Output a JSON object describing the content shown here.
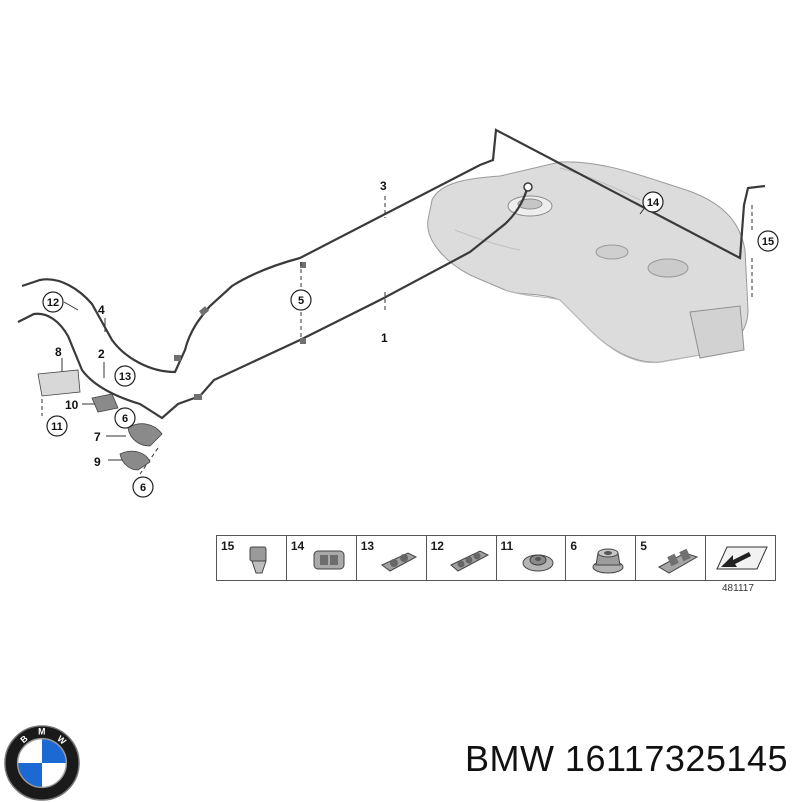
{
  "diagram": {
    "callouts": {
      "c1": "1",
      "c2": "2",
      "c3": "3",
      "c4": "4",
      "c5": "5",
      "c6a": "6",
      "c6b": "6",
      "c7": "7",
      "c8": "8",
      "c9": "9",
      "c10": "10",
      "c11": "11",
      "c12": "12",
      "c13": "13",
      "c14": "14",
      "c15": "15"
    }
  },
  "parts_strip": {
    "cells": [
      {
        "number": "15",
        "icon": "clip-icon"
      },
      {
        "number": "14",
        "icon": "connector-clip-icon"
      },
      {
        "number": "13",
        "icon": "double-clip-icon"
      },
      {
        "number": "12",
        "icon": "triple-clip-icon"
      },
      {
        "number": "11",
        "icon": "flange-nut-icon"
      },
      {
        "number": "6",
        "icon": "hex-nut-icon"
      },
      {
        "number": "5",
        "icon": "line-holder-icon"
      },
      {
        "number": "",
        "icon": "direction-arrow-icon"
      }
    ],
    "diagram_id": "481117"
  },
  "caption": {
    "text": "BMW 16117325145"
  },
  "colors": {
    "line": "#3a3a3a",
    "tank": "#d9d9d9",
    "logo_blue": "#1c69d4"
  }
}
